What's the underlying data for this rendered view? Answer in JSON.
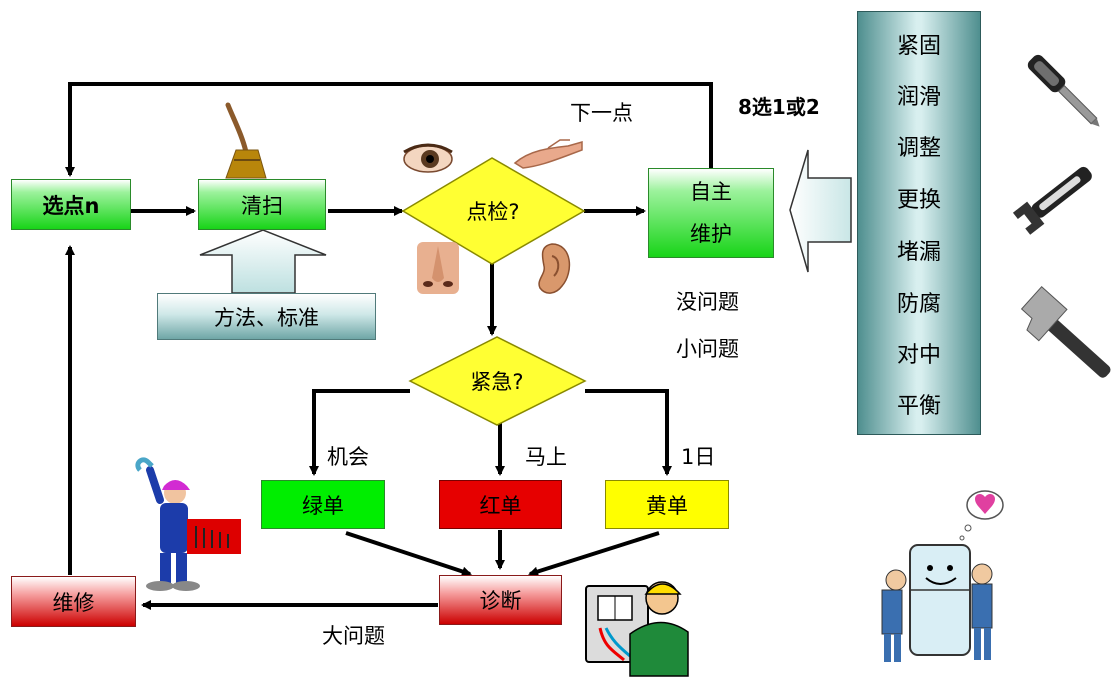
{
  "nodes": {
    "select_point": "选点n",
    "clean": "清扫",
    "method": "方法、标准",
    "inspect": "点检?",
    "self_maint": "自主维护",
    "urgent": "紧急?",
    "green_sheet": "绿单",
    "red_sheet": "红单",
    "yellow_sheet": "黄单",
    "diagnose": "诊断",
    "repair": "维修"
  },
  "labels": {
    "next_point": "下一点",
    "choose": "8选1或2",
    "no_problem": "没问题",
    "small_problem": "小问题",
    "chance": "机会",
    "immediately": "马上",
    "one_day": "1日",
    "big_problem": "大问题"
  },
  "actions": [
    "紧固",
    "润滑",
    "调整",
    "更换",
    "堵漏",
    "防腐",
    "对中",
    "平衡"
  ],
  "icons": [
    "broom-icon",
    "eye-icon",
    "hand-icon",
    "nose-icon",
    "ear-icon",
    "screwdriver-icon",
    "wrench-icon",
    "hammer-icon",
    "mechanic-icon",
    "electrician-icon",
    "refrigerator-icon"
  ],
  "colors": {
    "green": "#00ee00",
    "red": "#e60000",
    "yellow": "#ffff00",
    "diamond": "#ffff33",
    "teal": "#4f8f8f"
  }
}
